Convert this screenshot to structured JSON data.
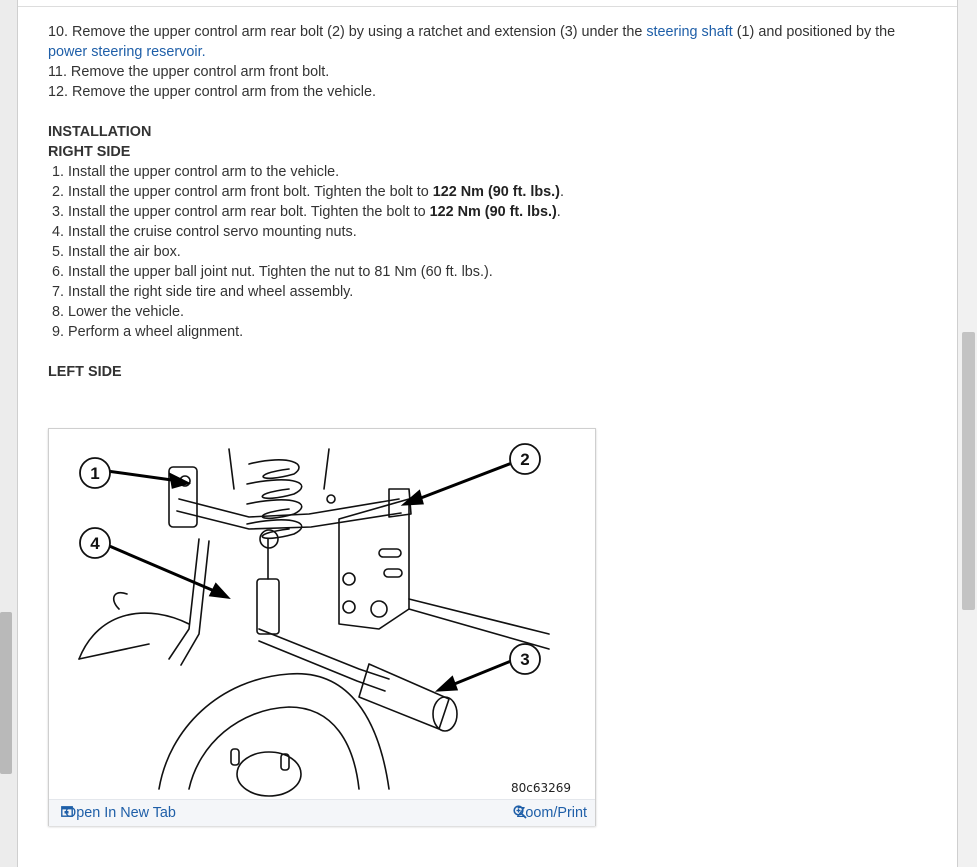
{
  "removal_steps": {
    "s10": {
      "pre": "10. Remove the upper control arm rear bolt (2) by using a ratchet and extension (3) under the ",
      "link1": "steering shaft",
      "mid": " (1) and positioned by the ",
      "link2": "power steering reservoir."
    },
    "s11": "11. Remove the upper control arm front bolt.",
    "s12": "12. Remove the upper control arm from the vehicle."
  },
  "installation": {
    "heading": "INSTALLATION",
    "right_side_heading": "RIGHT SIDE",
    "steps": {
      "s1": "1. Install the upper control arm to the vehicle.",
      "s2_pre": "2. Install the upper control arm front bolt. Tighten the bolt to ",
      "s2_bold": "122 Nm (90 ft. lbs.)",
      "s2_post": ".",
      "s3_pre": "3. Install the upper control arm rear bolt. Tighten the bolt to ",
      "s3_bold": "122 Nm (90 ft. lbs.)",
      "s3_post": ".",
      "s4": "4. Install the cruise control servo mounting nuts.",
      "s5": "5. Install the air box.",
      "s6": "6. Install the upper ball joint nut. Tighten the nut to 81 Nm (60 ft. lbs.).",
      "s7": "7. Install the right side tire and wheel assembly.",
      "s8": "8. Lower the vehicle.",
      "s9": "9. Perform a wheel alignment."
    },
    "left_side_heading": "LEFT SIDE"
  },
  "figure": {
    "callouts": {
      "c1": "1",
      "c2": "2",
      "c3": "3",
      "c4": "4"
    },
    "code": "80c63269",
    "open_tab_label": "Open In New Tab",
    "zoom_label": "Zoom/Print"
  },
  "icons": {
    "open_tab": "open-new-tab-icon",
    "zoom": "zoom-magnifier-icon"
  },
  "colors": {
    "link": "#1f5fa8",
    "text": "#333333"
  }
}
